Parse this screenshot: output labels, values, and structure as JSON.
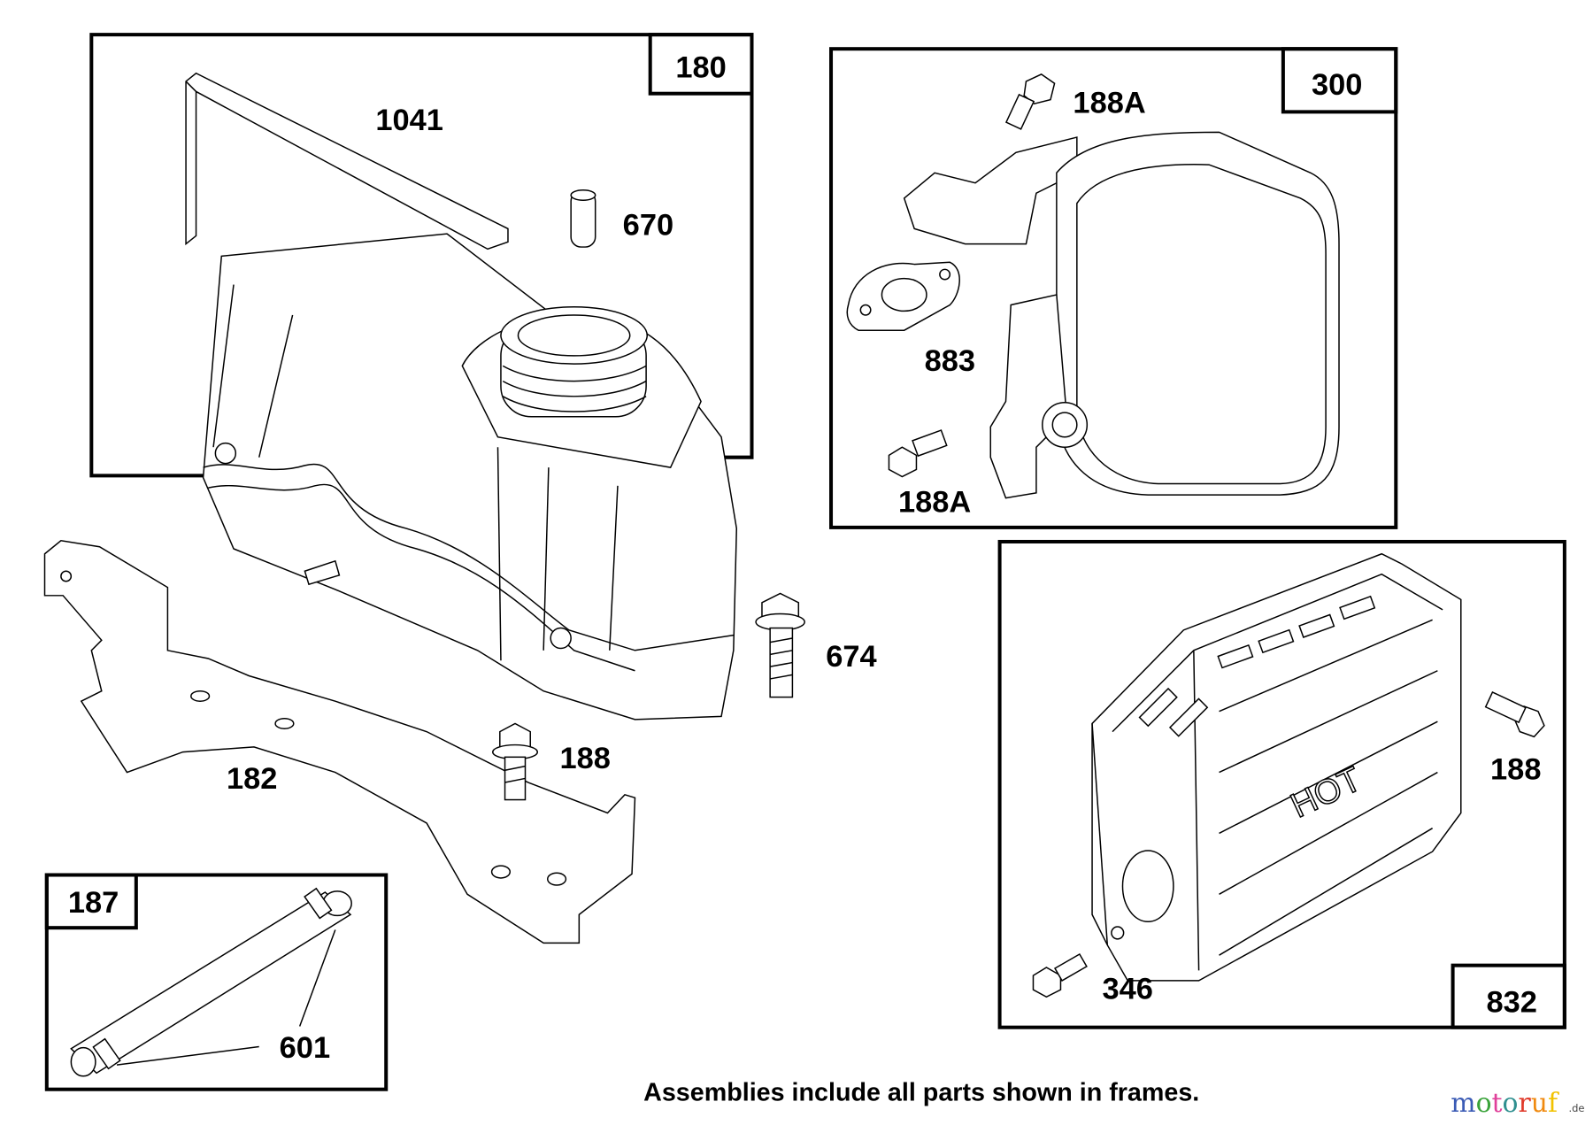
{
  "frames": {
    "f180": "180",
    "f300": "300",
    "f832": "832",
    "f187": "187"
  },
  "parts": {
    "p1041": "1041",
    "p670": "670",
    "p674": "674",
    "p188_left": "188",
    "p182": "182",
    "p601": "601",
    "p188A_top": "188A",
    "p883": "883",
    "p188A_bottom": "188A",
    "p188_right": "188",
    "p346": "346",
    "hot_text": "HOT"
  },
  "caption": "Assemblies include all parts shown in frames.",
  "watermark": {
    "text": "motoruf",
    "suffix": ".de",
    "colors": [
      "#3b5bb5",
      "#3aa33a",
      "#e0409a",
      "#2f8f8f",
      "#e03a2a",
      "#f08a10",
      "#f2c200"
    ]
  }
}
